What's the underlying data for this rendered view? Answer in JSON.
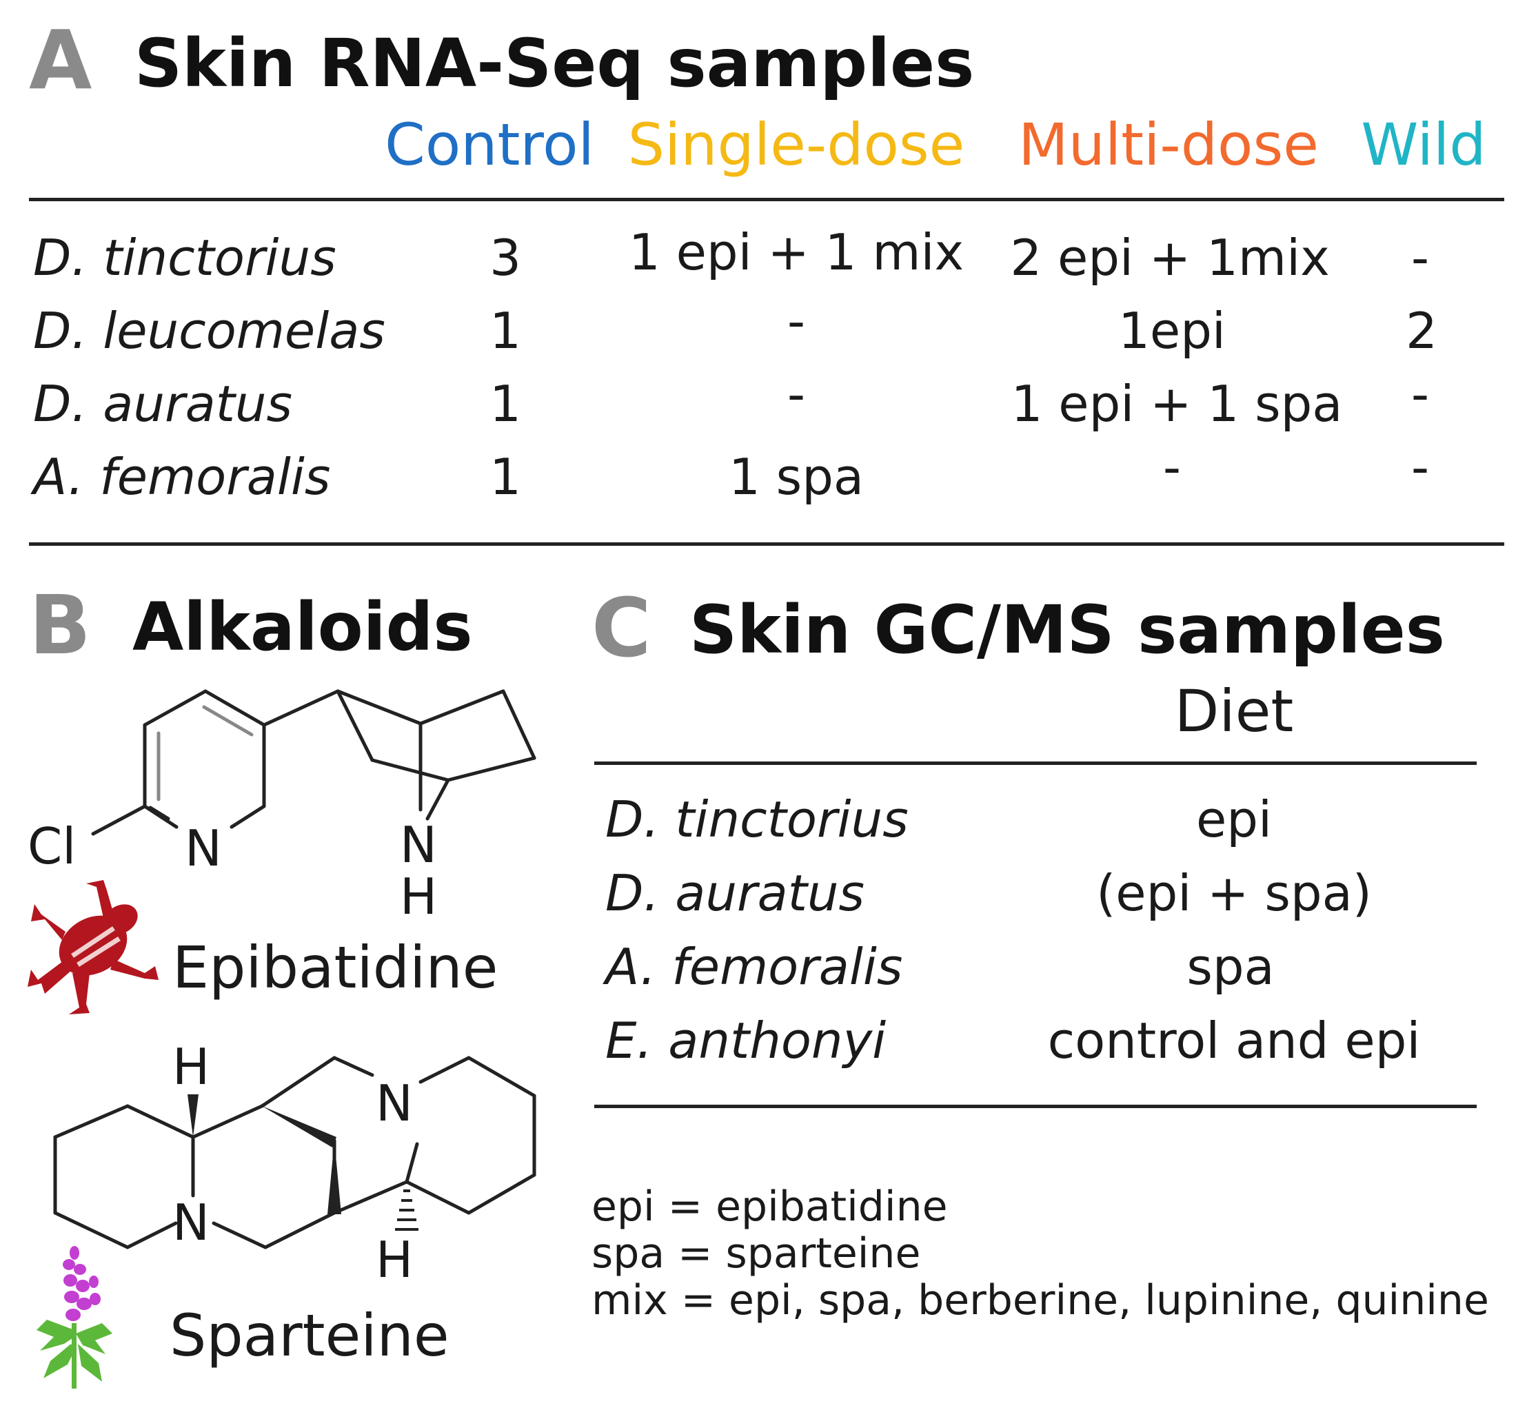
{
  "panel_a": {
    "letter": "A",
    "title": "Skin RNA-Seq samples",
    "columns": [
      {
        "label": "Control",
        "color": "#1f6fc5"
      },
      {
        "label": "Single-dose",
        "color": "#f5b915"
      },
      {
        "label": "Multi-dose",
        "color": "#f26a2e"
      },
      {
        "label": "Wild",
        "color": "#20b5c6"
      }
    ],
    "rows": [
      {
        "species": "D. tinctorius",
        "cells": [
          "3",
          "1 epi + 1 mix",
          "2 epi + 1mix",
          "-"
        ]
      },
      {
        "species": "D. leucomelas",
        "cells": [
          "1",
          "-",
          "1epi",
          "2"
        ]
      },
      {
        "species": "D. auratus",
        "cells": [
          "1",
          "-",
          "1 epi + 1 spa",
          "-"
        ]
      },
      {
        "species": "A. femoralis",
        "cells": [
          "1",
          "1 spa",
          "-",
          "-"
        ]
      }
    ]
  },
  "panel_b": {
    "letter": "B",
    "title": "Alkaloids",
    "epibatidine": {
      "name": "Epibatidine",
      "atoms": [
        "Cl",
        "N",
        "N",
        "H"
      ],
      "icon": "frog-icon",
      "icon_color": "#b3161f"
    },
    "sparteine": {
      "name": "Sparteine",
      "atoms": [
        "H",
        "N",
        "N",
        "H"
      ],
      "icon": "lupine-plant-icon",
      "icon_colors": [
        "#c23fd1",
        "#5cb83a"
      ]
    }
  },
  "panel_c": {
    "letter": "C",
    "title": "Skin GC/MS samples",
    "column": "Diet",
    "rows": [
      {
        "species": "D. tinctorius",
        "diet": "epi"
      },
      {
        "species": "D. auratus",
        "diet": "(epi + spa)"
      },
      {
        "species": "A. femoralis",
        "diet": "spa"
      },
      {
        "species": "E. anthonyi",
        "diet": "control and epi"
      }
    ]
  },
  "legend": [
    "epi = epibatidine",
    "spa = sparteine",
    "mix = epi, spa, berberine, lupinine, quinine"
  ]
}
